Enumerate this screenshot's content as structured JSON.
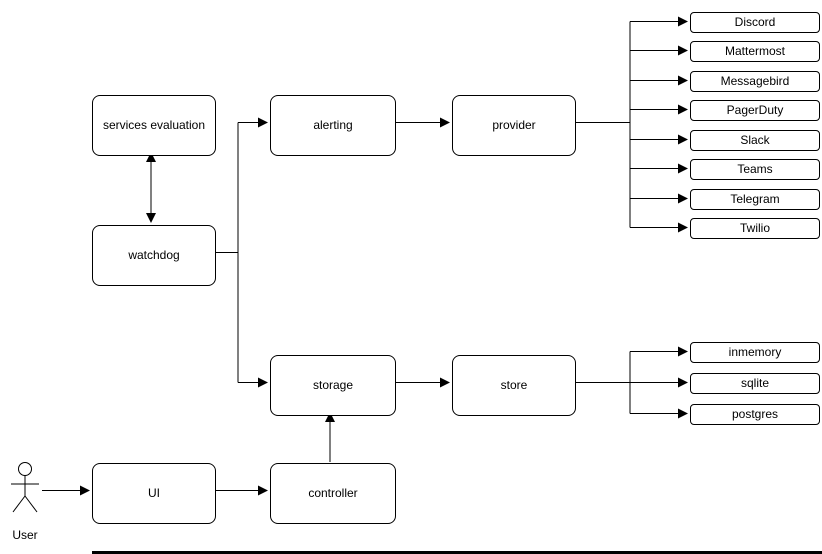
{
  "diagram": {
    "nodes": {
      "services_evaluation": "services evaluation",
      "watchdog": "watchdog",
      "alerting": "alerting",
      "provider": "provider",
      "storage": "storage",
      "store": "store",
      "ui": "UI",
      "controller": "controller"
    },
    "provider_targets": [
      "Discord",
      "Mattermost",
      "Messagebird",
      "PagerDuty",
      "Slack",
      "Teams",
      "Telegram",
      "Twilio"
    ],
    "store_targets": [
      "inmemory",
      "sqlite",
      "postgres"
    ],
    "actor_label": "User",
    "colors": {
      "stroke": "#000000",
      "node_fill": "#ffffff",
      "text": "#000000",
      "background": "#ffffff"
    }
  }
}
